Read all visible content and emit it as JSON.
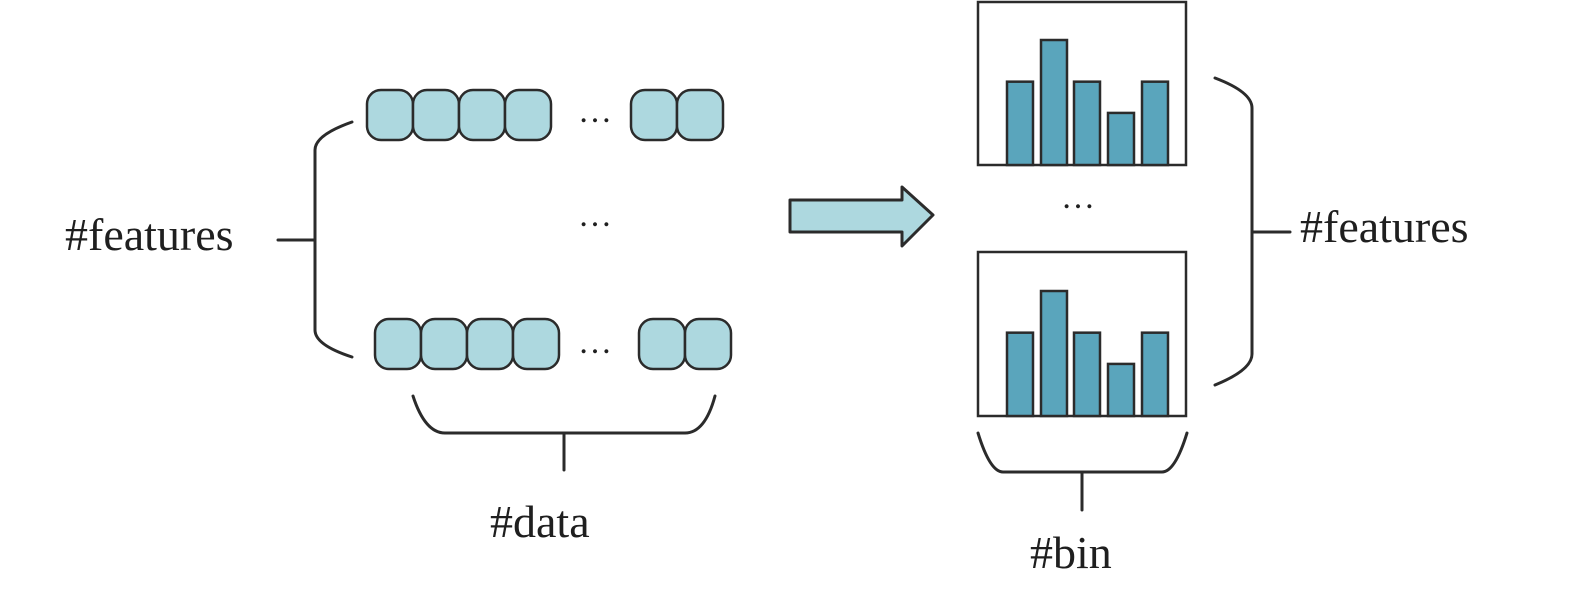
{
  "labels": {
    "features_left": "#features",
    "features_right": "#features",
    "data": "#data",
    "bin": "#bin",
    "ellipsis": "…"
  },
  "colors": {
    "cell_fill": "#add8df",
    "arrow_fill": "#add8df",
    "bar_fill": "#5aa5bc",
    "stroke": "#2b2b2b"
  },
  "data_rows": {
    "row_count_shown": 2,
    "cells_before_ellipsis": 4,
    "cells_after_ellipsis": 2
  },
  "histograms": [
    {
      "bars": [
        4,
        6,
        4,
        2.5,
        4
      ]
    },
    {
      "bars": [
        4,
        6,
        4,
        2.5,
        4
      ]
    }
  ]
}
